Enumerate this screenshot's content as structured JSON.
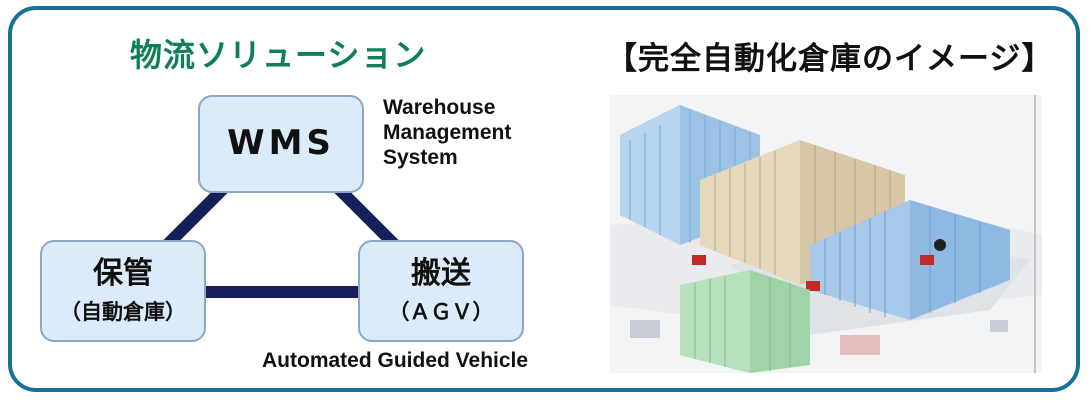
{
  "heading": "物流ソリューション",
  "image_caption": "【完全自動化倉庫のイメージ】",
  "diagram": {
    "wms": {
      "label": "WMS",
      "note": [
        "Warehouse",
        "Management",
        "System"
      ]
    },
    "storage": {
      "label": "保管",
      "sub": "（自動倉庫）"
    },
    "agv": {
      "label": "搬送",
      "sub": "（ＡＧＶ）",
      "note": "Automated Guided Vehicle"
    }
  },
  "colors": {
    "frame": "#1a6f98",
    "heading": "#0f7f55",
    "box_fill": "#dcebf9",
    "box_border": "#8ea6c4",
    "connector": "#15205a"
  },
  "illustration": {
    "icon": "automated-warehouse-illustration"
  }
}
